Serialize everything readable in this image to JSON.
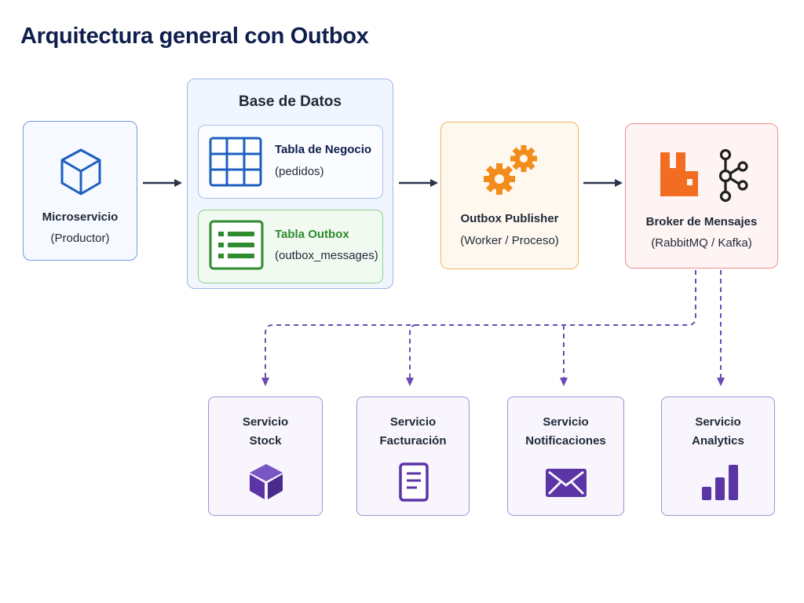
{
  "title": "Arquitectura general con Outbox",
  "microservice": {
    "line1": "Microservicio",
    "line2": "(Productor)",
    "icon": "cube-icon"
  },
  "database": {
    "title": "Base de Datos",
    "business_table": {
      "name": "Tabla de Negocio",
      "detail": "(pedidos)",
      "icon": "table-grid-icon"
    },
    "outbox_table": {
      "name": "Tabla Outbox",
      "detail": "(outbox_messages)",
      "icon": "list-icon"
    }
  },
  "publisher": {
    "line1": "Outbox Publisher",
    "line2": "(Worker / Proceso)",
    "icon": "gears-icon"
  },
  "broker": {
    "line1": "Broker de Mensajes",
    "line2": "(RabbitMQ / Kafka)",
    "icons": [
      "rabbitmq-icon",
      "kafka-icon"
    ]
  },
  "services": [
    {
      "line1": "Servicio",
      "line2": "Stock",
      "icon": "box-icon"
    },
    {
      "line1": "Servicio",
      "line2": "Facturación",
      "icon": "document-icon"
    },
    {
      "line1": "Servicio",
      "line2": "Notificaciones",
      "icon": "mail-icon"
    },
    {
      "line1": "Servicio",
      "line2": "Analytics",
      "icon": "bar-chart-icon"
    }
  ],
  "colors": {
    "title": "#0f1f4d",
    "blue": "#1d5fbf",
    "green": "#2e8b2e",
    "orange": "#f28c1a",
    "purple": "#5b34a6",
    "arrow": "#2b3448"
  }
}
